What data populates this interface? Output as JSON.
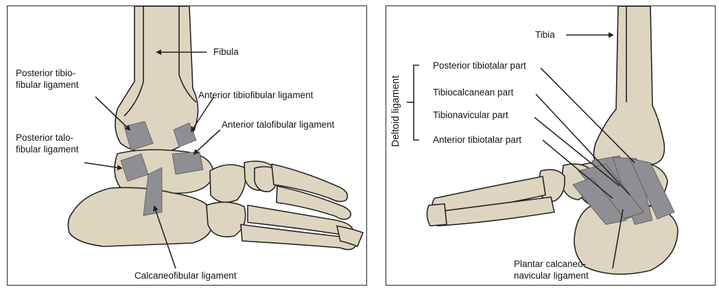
{
  "left_panel": {
    "labels": {
      "fibula": "Fibula",
      "post_tibiofibular_1": "Posterior tibio-",
      "post_tibiofibular_2": "fibular ligament",
      "ant_tibiofibular": "Anterior tibiofibular ligament",
      "ant_talofibular": "Anterior talofibular ligament",
      "post_talofibular_1": "Posterior talo-",
      "post_talofibular_2": "fibular ligament",
      "calcaneofibular": "Calcaneofibular ligament"
    }
  },
  "right_panel": {
    "labels": {
      "tibia": "Tibia",
      "deltoid": "Deltoid ligament",
      "post_tibiotalar": "Posterior tibiotalar part",
      "tibiocalcanean": "Tibiocalcanean part",
      "tibionavicular": "Tibionavicular part",
      "ant_tibiotalar": "Anterior tibiotalar part",
      "plantar_1": "Plantar calcaneo-",
      "plantar_2": "navicular ligament"
    }
  },
  "colors": {
    "bone": "#ddd5c0",
    "ligament": "#8e8e93",
    "outline": "#222222"
  }
}
